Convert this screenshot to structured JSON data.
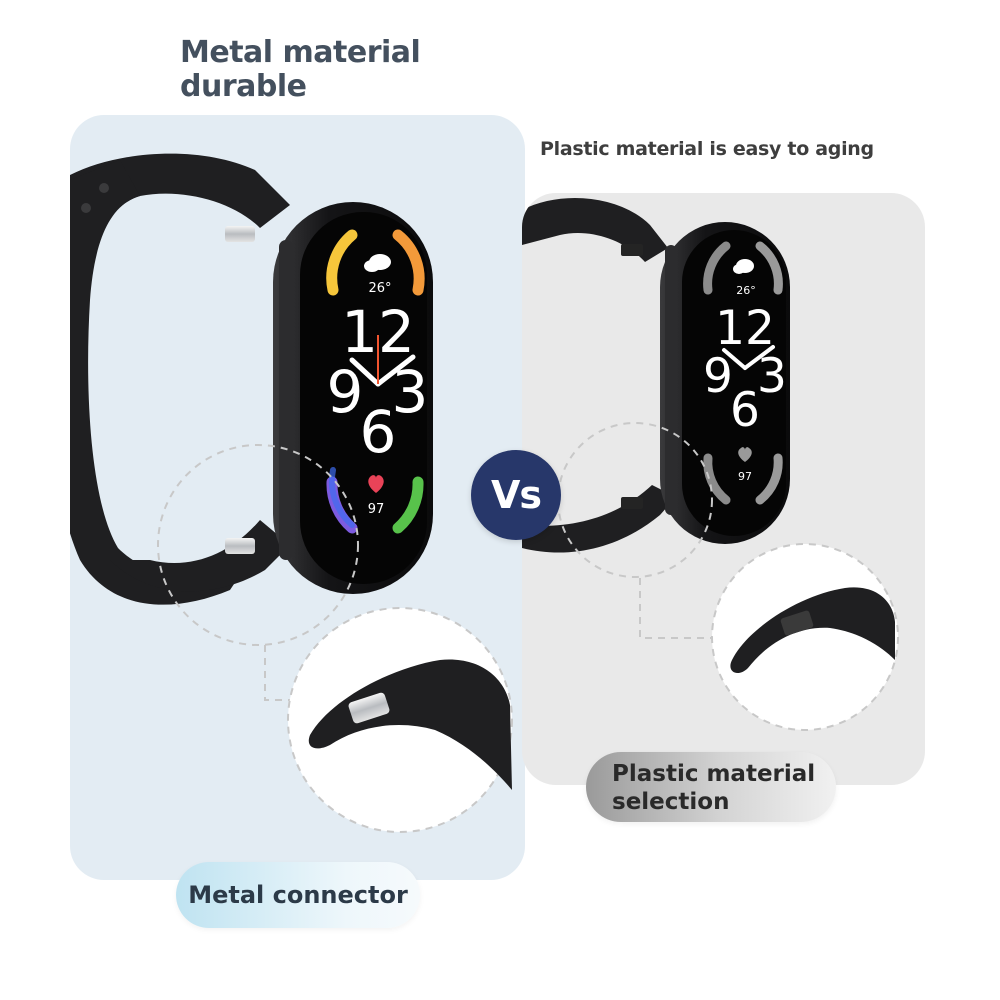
{
  "left": {
    "headline": "Metal material durable",
    "label": "Metal connector",
    "watch_face": {
      "temperature": "26°",
      "hour_top": "12",
      "num_9": "9",
      "num_3": "3",
      "num_6": "6",
      "heart_rate": "97"
    }
  },
  "right": {
    "headline": "Plastic material is easy to aging",
    "label": "Plastic material selection",
    "watch_face": {
      "temperature": "26°",
      "hour_top": "12",
      "num_9": "9",
      "num_3": "3",
      "num_6": "6",
      "heart_rate": "97"
    }
  },
  "vs": "Vs",
  "colors": {
    "vs_badge": "#27376a",
    "left_panel": "#e3ecf3",
    "right_panel": "#e9e9e9",
    "headline": "#44505e",
    "strap": "#1f1f21",
    "ring_yellow": "#f6c63b",
    "ring_orange": "#f39a3a",
    "ring_purple": "#7d5be0",
    "ring_blue": "#3e6cf0",
    "ring_green": "#58c24b",
    "heart": "#e94358"
  }
}
